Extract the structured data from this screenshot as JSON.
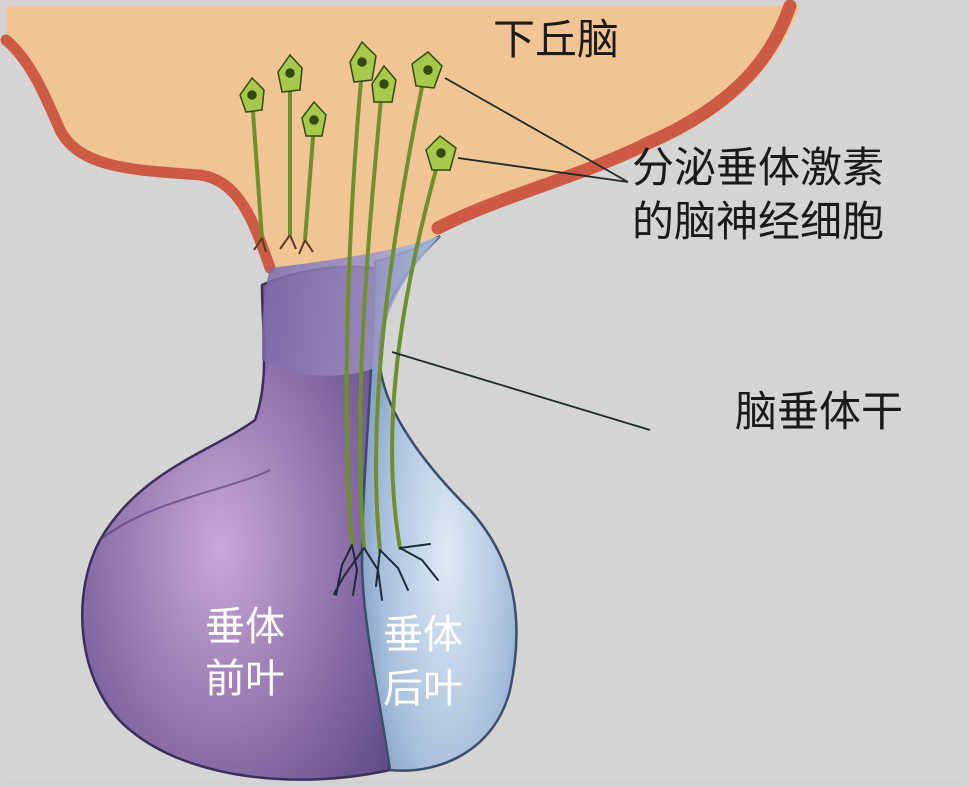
{
  "labels": {
    "hypothalamus": "下丘脑",
    "neuro_cells_line1": "分泌垂体激素",
    "neuro_cells_line2": "的脑神经细胞",
    "stalk": "脑垂体干",
    "anterior_line1": "垂体",
    "anterior_line2": "前叶",
    "posterior_line1": "垂体",
    "posterior_line2": "后叶"
  },
  "colors": {
    "background": "#d2d2d2",
    "hypothalamus_fill": "#f1c593",
    "hypothalamus_edge": "#cc5a44",
    "anterior_lobe": "#8f72aa",
    "posterior_lobe": "#9fb9d6",
    "neuron": "#a6c84b",
    "neuron_outline": "#2f4a12"
  }
}
